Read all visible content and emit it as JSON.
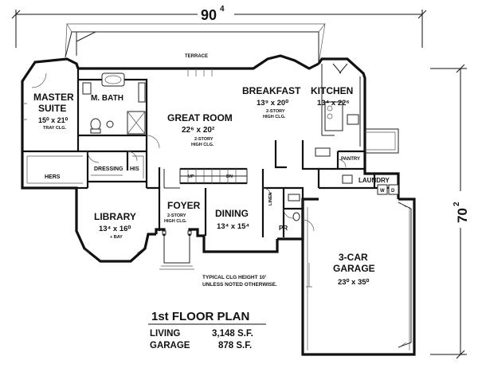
{
  "dimensions": {
    "width_label": "90",
    "width_sup": "4",
    "depth_label": "70",
    "depth_sup": "2"
  },
  "rooms": {
    "terrace": {
      "name": "TERRACE"
    },
    "master_suite": {
      "name_line1": "MASTER",
      "name_line2": "SUITE",
      "size": "15⁰ x 21⁰",
      "note": "TRAY CLG."
    },
    "master_bath": {
      "name": "M. BATH"
    },
    "great_room": {
      "name": "GREAT ROOM",
      "size": "22⁶ x 20²",
      "note1": "2-STORY",
      "note2": "HIGH CLG."
    },
    "breakfast": {
      "name": "BREAKFAST",
      "size": "13⁹ x 20⁰",
      "note1": "2-STORY",
      "note2": "HIGH CLG."
    },
    "kitchen": {
      "name": "KITCHEN",
      "size": "13⁴ x 22⁶"
    },
    "hers_closet": {
      "name": "HERS"
    },
    "dressing": {
      "name": "DRESSING"
    },
    "his_closet": {
      "name": "HIS"
    },
    "pantry": {
      "name": "PANTRY"
    },
    "laundry": {
      "name": "LAUNDRY",
      "washer": "W",
      "dryer": "D"
    },
    "stair_up": {
      "name": "UP"
    },
    "stair_dn": {
      "name": "DN"
    },
    "linen": {
      "name": "LINEN"
    },
    "foyer": {
      "name": "FOYER",
      "note1": "2-STORY",
      "note2": "HIGH CLG."
    },
    "library": {
      "name": "LIBRARY",
      "size": "13⁴ x 16⁰",
      "note": "+ BAY"
    },
    "dining": {
      "name": "DINING",
      "size": "13⁴ x 15⁴"
    },
    "powder": {
      "name": "PR"
    },
    "garage": {
      "name_line1": "3-CAR",
      "name_line2": "GARAGE",
      "size": "23⁰ x 35⁰"
    }
  },
  "notes": {
    "ceiling_line1": "TYPICAL CLG HEIGHT 10'",
    "ceiling_line2": "UNLESS NOTED OTHERWISE."
  },
  "summary": {
    "title": "1st FLOOR PLAN",
    "rows": [
      {
        "label": "LIVING",
        "value": "3,148 S.F."
      },
      {
        "label": "GARAGE",
        "value": "878 S.F."
      }
    ]
  }
}
